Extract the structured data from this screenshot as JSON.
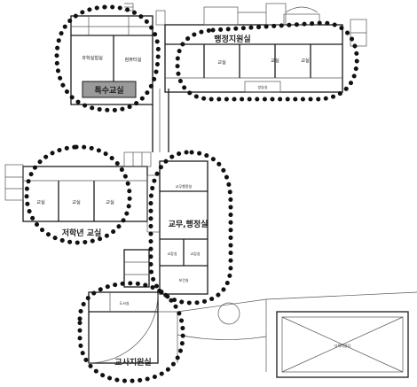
{
  "zones": {
    "top_left": "특수교실",
    "top_right": "행정지원실",
    "middle_left": "저학년 교실",
    "middle_right": "교무,행정실",
    "bottom_left": "교사지원실"
  },
  "rooms": {
    "tl_room_a": "과학실험실",
    "tl_room_b": "컴퓨터실",
    "tr_room_a": "교실",
    "tr_room_b": "교실",
    "tr_room_c": "교실",
    "tr_small": "방송실",
    "ml_room_a": "교실",
    "ml_room_b": "교실",
    "ml_room_c": "교실",
    "mr_top": "교무행정실",
    "mr_mid_a": "교장실",
    "mr_mid_b": "교감실",
    "mr_bottom": "보건실",
    "bl_top": "도서실",
    "gym": "다목적강당"
  }
}
